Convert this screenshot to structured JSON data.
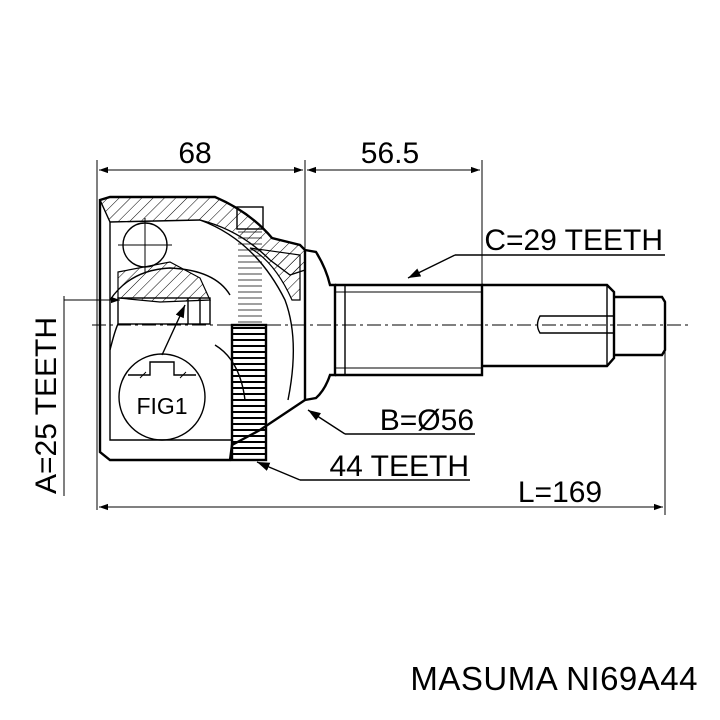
{
  "dimensions": {
    "width_68": "68",
    "width_56_5": "56.5",
    "c_teeth": "C=29 TEETH",
    "a_teeth": "A=25 TEETH",
    "b_diameter": "B=Ø56",
    "abs_teeth": "44 TEETH",
    "length": "L=169"
  },
  "figure_label": "FIG1",
  "caption": "MASUMA NI69A44"
}
